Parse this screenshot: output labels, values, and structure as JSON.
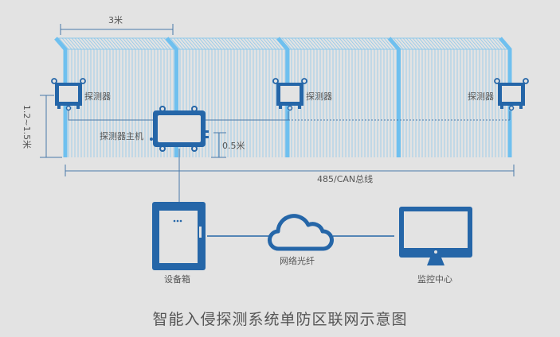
{
  "title": "智能入侵探测系统单防区联网示意图",
  "colors": {
    "background": "#e3e3e3",
    "device_blue": "#2566a8",
    "fence_post": "#6fc0ef",
    "fence_wire": "#8fc8ea",
    "dimension_line": "#4a78a8",
    "text": "#555555"
  },
  "fence": {
    "panels": 4,
    "panel_width_label": "3米"
  },
  "dimensions": {
    "panel_width": "3米",
    "detector_height": "1.2~1.5米",
    "host_height": "0.5米"
  },
  "bus_label": "485/CAN总线",
  "devices": {
    "detector_left": {
      "label": "探测器",
      "icon": "detector-icon"
    },
    "detector_middle": {
      "label": "探测器",
      "icon": "detector-icon"
    },
    "detector_right": {
      "label": "探测器",
      "icon": "detector-icon"
    },
    "host": {
      "label": "探测器主机",
      "icon": "host-controller-icon"
    },
    "cabinet": {
      "label": "设备箱",
      "icon": "cabinet-icon"
    },
    "network": {
      "label": "网络光纤",
      "icon": "cloud-icon"
    },
    "monitor": {
      "label": "监控中心",
      "icon": "monitor-icon"
    }
  }
}
